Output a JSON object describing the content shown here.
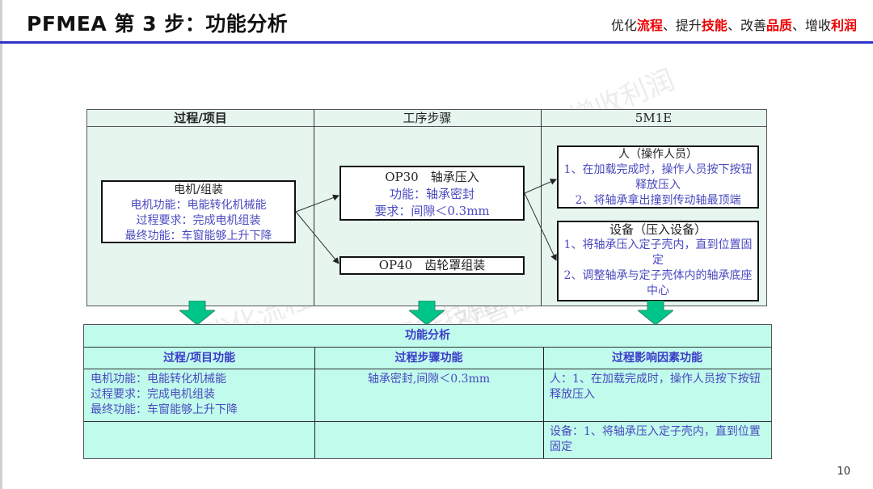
{
  "header": {
    "title": "PFMEA 第 3 步：功能分析",
    "slogan": [
      {
        "text": "优化",
        "highlight": false
      },
      {
        "text": "流程",
        "highlight": true
      },
      {
        "text": "、提升",
        "highlight": false
      },
      {
        "text": "技能",
        "highlight": true
      },
      {
        "text": "、改善",
        "highlight": false
      },
      {
        "text": "品质",
        "highlight": true
      },
      {
        "text": "、增收",
        "highlight": false
      },
      {
        "text": "利润",
        "highlight": true
      }
    ],
    "rule_color": "#2f35c8",
    "highlight_color": "#ee0000"
  },
  "watermark": [
    "增收利润",
    "优化流程",
    "提升技能",
    "改善品质"
  ],
  "flow": {
    "columns": [
      "过程/项目",
      "工序步骤",
      "5M1E"
    ],
    "item_box": {
      "title": "电机/组装",
      "lines": [
        "电机功能：电能转化机械能",
        "过程要求：完成电机组装",
        "最终功能：车窗能够上升下降"
      ]
    },
    "op30_box": {
      "title": "OP30　轴承压入",
      "lines": [
        "功能：轴承密封",
        "要求：间隙＜0.3mm"
      ]
    },
    "op40_box": {
      "title": "OP40　齿轮罩组装"
    },
    "man_box": {
      "title": "人（操作人员）",
      "lines": [
        "1、在加载完成时，操作人员按下按钮释放压入",
        "2、将轴承拿出撞到传动轴最顶端"
      ]
    },
    "machine_box": {
      "title": "设备（压入设备）",
      "lines": [
        "1、将轴承压入定子壳内，直到位置固定",
        "2、调整轴承与定子壳体内的轴承底座中心"
      ]
    }
  },
  "function_analysis": {
    "title": "功能分析",
    "headers": [
      "过程/项目功能",
      "过程步骤功能",
      "过程影响因素功能"
    ],
    "rows": [
      {
        "item": [
          "电机功能：电能转化机械能",
          "过程要求：完成电机组装",
          "最终功能：车窗能够上升下降"
        ],
        "step": "轴承密封,间隙＜0.3mm",
        "factor": "人：1、在加载完成时，操作人员按下按钮释放压入"
      },
      {
        "item": [],
        "step": "",
        "factor": "设备：1、将轴承压入定子壳内，直到位置固定"
      }
    ],
    "bg_color": "#c0fbec",
    "text_color": "#4a4ac0"
  },
  "arrow_color": "#00c58a",
  "page_number": "10"
}
